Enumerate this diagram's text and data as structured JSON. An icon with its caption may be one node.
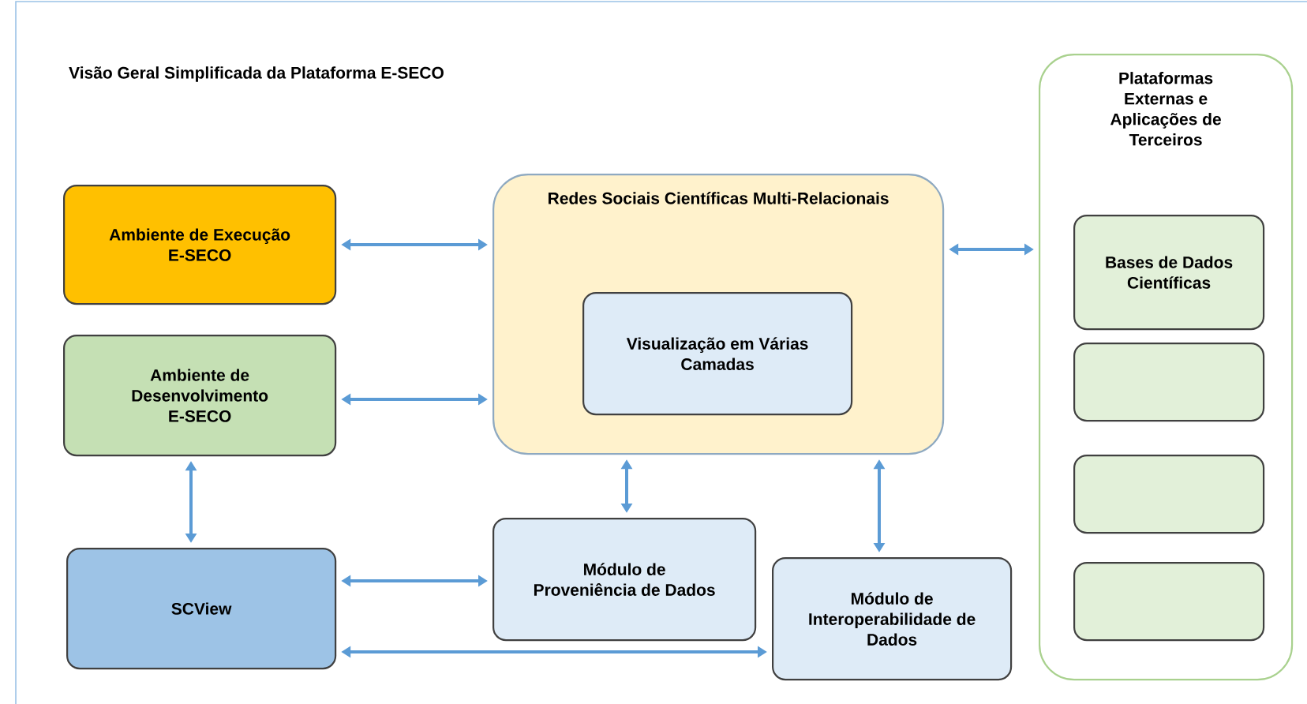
{
  "diagram": {
    "title": "Visão Geral Simplificada da Plataforma E-SECO",
    "nodes": [
      {
        "text": [
          "Ambiente de Execução E-SECO"
        ]
      },
      {
        "text": [
          "Ambiente de Desenvolvimento E-SECO"
        ]
      },
      {
        "text": [
          "SCView"
        ]
      },
      {
        "text": [
          "Redes Sociais Científicas Multi-Relacionais"
        ]
      },
      {
        "text": [
          "Visualização em Várias Camadas"
        ],
        "in": 3
      },
      {
        "text": [
          "Módulo de Proveniência de Dados"
        ]
      },
      {
        "text": [
          "Módulo de Interoperabilidade de Dados"
        ]
      },
      {
        "text": [
          "Plataformas Externas e Aplicações de Terceiros"
        ]
      },
      {
        "text": [
          "Bases de Dados Científicas"
        ],
        "in": 7
      },
      {
        "text": [],
        "shape": "box",
        "in": 7
      },
      {
        "text": [],
        "shape": "box",
        "in": 7
      },
      {
        "text": [],
        "shape": "box",
        "in": 7
      }
    ],
    "edges": [
      {
        "from": 0,
        "to": 3,
        "arrow": "both"
      },
      {
        "from": 1,
        "to": 3,
        "arrow": "both"
      },
      {
        "from": 1,
        "to": 2,
        "arrow": "both"
      },
      {
        "from": 2,
        "to": 5,
        "arrow": "both"
      },
      {
        "from": 2,
        "to": 6,
        "arrow": "both"
      },
      {
        "from": 3,
        "to": 5,
        "arrow": "both"
      },
      {
        "from": 3,
        "to": 6,
        "arrow": "both"
      },
      {
        "from": 3,
        "to": 7,
        "arrow": "both"
      }
    ]
  }
}
